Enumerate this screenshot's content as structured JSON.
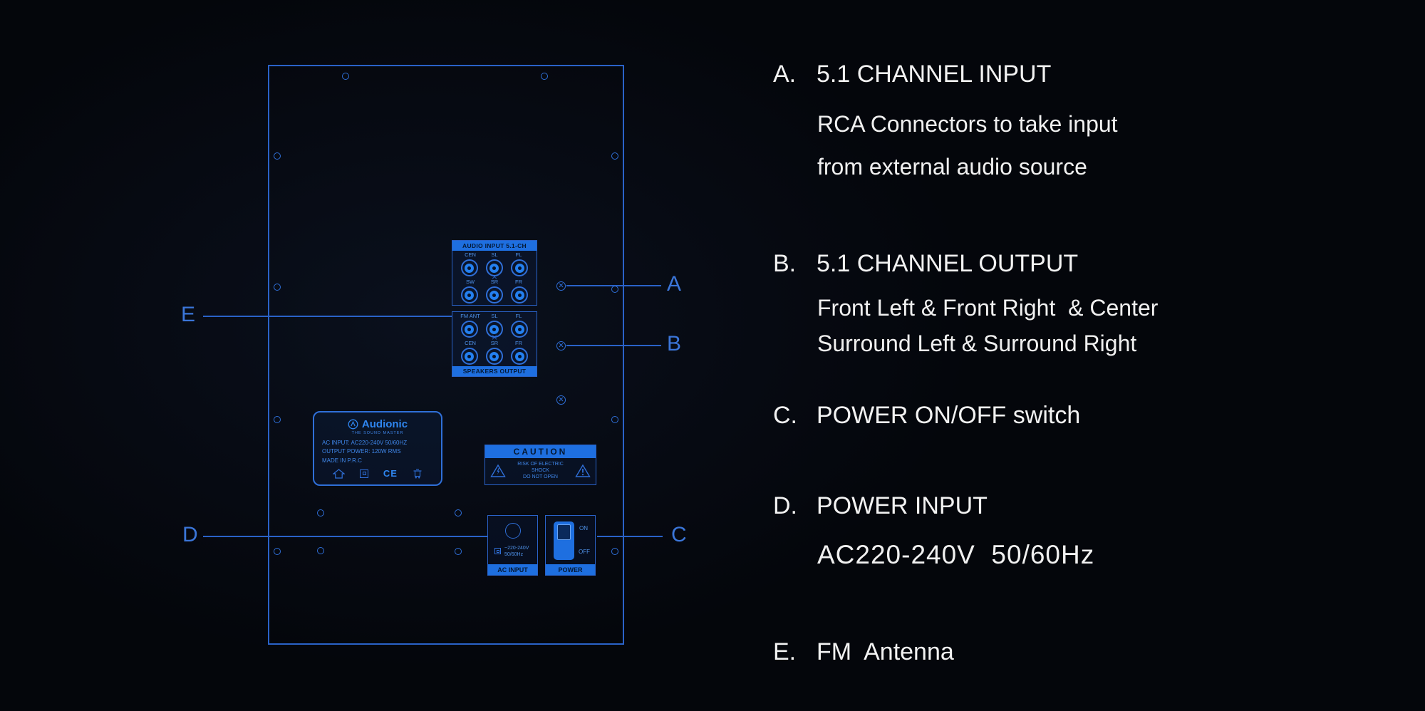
{
  "colors": {
    "background": "#04060b",
    "line_blue": "#2a62c8",
    "bright_blue": "#1e6fe0",
    "label_blue": "#4f92ea",
    "dark_navy_text": "#041833",
    "text_white": "#f2f2f2"
  },
  "panel": {
    "audio_input": {
      "title": "AUDIO INPUT 5.1-CH",
      "top_labels": [
        "CEN",
        "SL",
        "FL"
      ],
      "bottom_labels": [
        "SW",
        "SR",
        "FR"
      ]
    },
    "speakers_output": {
      "title": "SPEAKERS OUTPUT",
      "top_labels": [
        "FM ANT",
        "SL",
        "FL"
      ],
      "bottom_labels": [
        "CEN",
        "SR",
        "FR"
      ]
    },
    "brand_label": {
      "brand": "Audionic",
      "tagline": "THE SOUND MASTER",
      "line1": "AC INPUT: AC220-240V 50/60HZ",
      "line2": "OUTPUT POWER: 120W RMS",
      "line3": "MADE IN P.R.C",
      "ce_mark": "CE"
    },
    "caution_label": {
      "title": "CAUTION",
      "line1": "RISK OF ELECTRIC",
      "line2": "SHOCK",
      "line3": "DO NOT OPEN"
    },
    "ac_input": {
      "rating_line1": "~220-240V",
      "rating_line2": "50/60Hz",
      "title": "AC INPUT"
    },
    "power": {
      "on": "ON",
      "off": "OFF",
      "title": "POWER"
    }
  },
  "callouts": {
    "a": "A",
    "b": "B",
    "c": "C",
    "d": "D",
    "e": "E"
  },
  "legend": {
    "a": {
      "letter": "A.",
      "title": "5.1 CHANNEL INPUT",
      "line1": "RCA Connectors to take input",
      "line2": "from external audio source"
    },
    "b": {
      "letter": "B.",
      "title": "5.1 CHANNEL OUTPUT",
      "line1": "Front Left & Front Right  & Center",
      "line2": "Surround Left & Surround Right"
    },
    "c": {
      "letter": "C.",
      "title": "POWER ON/OFF switch"
    },
    "d": {
      "letter": "D.",
      "title": "POWER INPUT",
      "line1": "AC220-240V  50/60Hz"
    },
    "e": {
      "letter": "E.",
      "title": "FM  Antenna"
    }
  }
}
